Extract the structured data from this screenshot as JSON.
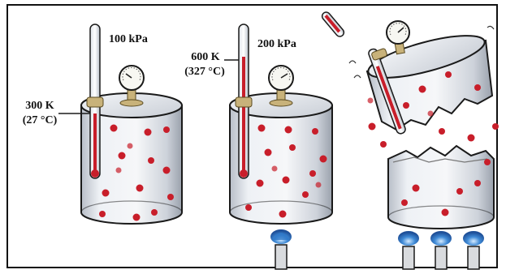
{
  "labels": {
    "left_pressure": "100 kPa",
    "left_temp_k": "300 K",
    "left_temp_c": "(27 °C)",
    "mid_pressure": "200 kPa",
    "mid_temp_k": "600 K",
    "mid_temp_c": "(327 °C)"
  },
  "colors": {
    "outline": "#1a1a1a",
    "cylinder_fill": "#eef0f3",
    "molecule": "#c81e2a",
    "flame": "#2f78c8",
    "cap": "#c8b27a"
  }
}
